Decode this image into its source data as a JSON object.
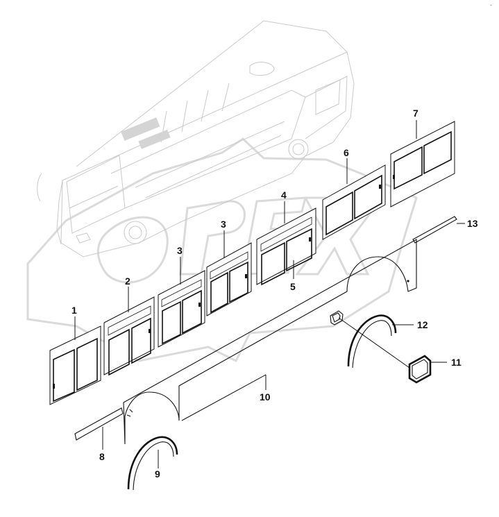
{
  "corner_mark": "-",
  "callouts": [
    {
      "id": "1",
      "label": "1"
    },
    {
      "id": "2",
      "label": "2"
    },
    {
      "id": "3a",
      "label": "3"
    },
    {
      "id": "3b",
      "label": "3"
    },
    {
      "id": "4",
      "label": "4"
    },
    {
      "id": "5",
      "label": "5"
    },
    {
      "id": "6",
      "label": "6"
    },
    {
      "id": "7",
      "label": "7"
    },
    {
      "id": "8",
      "label": "8"
    },
    {
      "id": "9",
      "label": "9"
    },
    {
      "id": "10",
      "label": "10"
    },
    {
      "id": "11",
      "label": "11"
    },
    {
      "id": "12",
      "label": "12"
    },
    {
      "id": "13",
      "label": "13"
    }
  ],
  "colors": {
    "line": "#111111",
    "ghost": "#c9c9c9",
    "watermark": "#dadada",
    "background": "#ffffff"
  }
}
